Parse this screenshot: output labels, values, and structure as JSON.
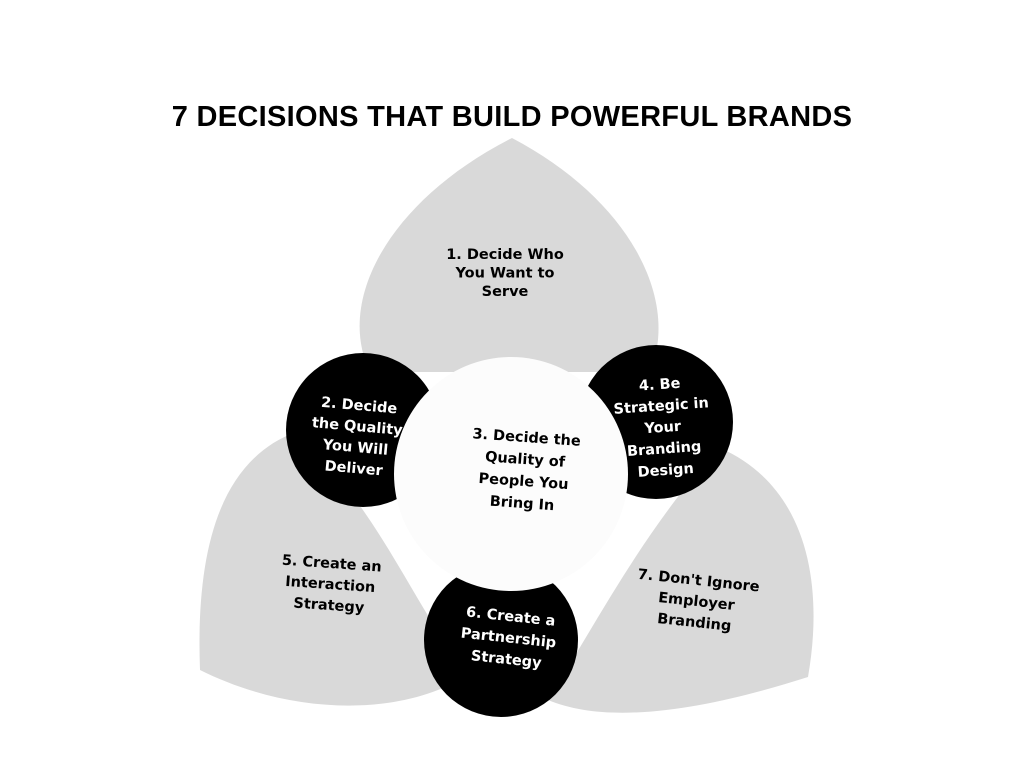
{
  "title": "7 DECISIONS THAT BUILD POWERFUL BRANDS",
  "colors": {
    "petal": "#d9d9d9",
    "dark_circle": "#000000",
    "center_circle": "#fcfcfc",
    "dark_text": "#000000",
    "light_text": "#ffffff"
  },
  "decisions": [
    {
      "id": "1",
      "lines": [
        "1. Decide Who",
        "You Want to",
        "Serve"
      ]
    },
    {
      "id": "2",
      "lines": [
        "2. Decide",
        "the Quality",
        "You Will",
        "Deliver"
      ]
    },
    {
      "id": "3",
      "lines": [
        "3. Decide the",
        "Quality of",
        "People You",
        "Bring In"
      ]
    },
    {
      "id": "4",
      "lines": [
        "4. Be",
        "Strategic in",
        "Your",
        "Branding",
        "Design"
      ]
    },
    {
      "id": "5",
      "lines": [
        "5. Create an",
        "Interaction",
        "Strategy"
      ]
    },
    {
      "id": "6",
      "lines": [
        "6. Create a",
        "Partnership",
        "Strategy"
      ]
    },
    {
      "id": "7",
      "lines": [
        "7. Don't Ignore",
        "Employer",
        "Branding"
      ]
    }
  ]
}
